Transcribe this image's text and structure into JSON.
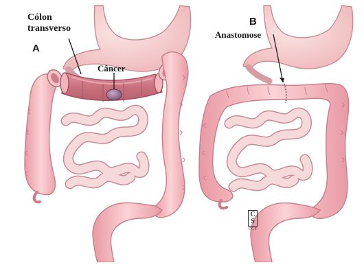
{
  "labels": {
    "panel_a": "A",
    "panel_b": "B",
    "colon_line1": "Cólon",
    "colon_line2": "transverso",
    "cancer": "Câncer",
    "anastomosis": "Anastomose"
  },
  "signature": {
    "box_line1": "C",
    "box_line2": "S",
    "org": "CCF"
  },
  "colors": {
    "colon_fill": "#f4b9bf",
    "colon_stroke": "#c77c86",
    "stomach_fill": "#f6cfcf",
    "intestine_fill": "#f8dede",
    "tumor_fill": "#a77a9e",
    "excised_segment": "#cf7f89"
  }
}
